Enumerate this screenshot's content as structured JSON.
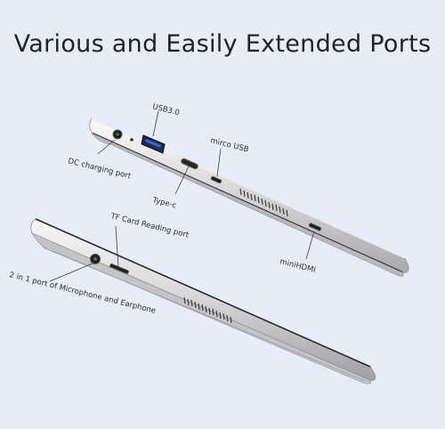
{
  "title": "Various and Easily Extended Ports",
  "ports": {
    "usb3": "USB3.0",
    "micro_usb": "mirco USB",
    "dc_charging": "DC charging port",
    "type_c": "Type-c",
    "mini_hdmi": "miniHDMI",
    "tf_card": "TF Card Reading port",
    "mic_earphone": "2 in 1 port of Microphone and Earphone"
  }
}
